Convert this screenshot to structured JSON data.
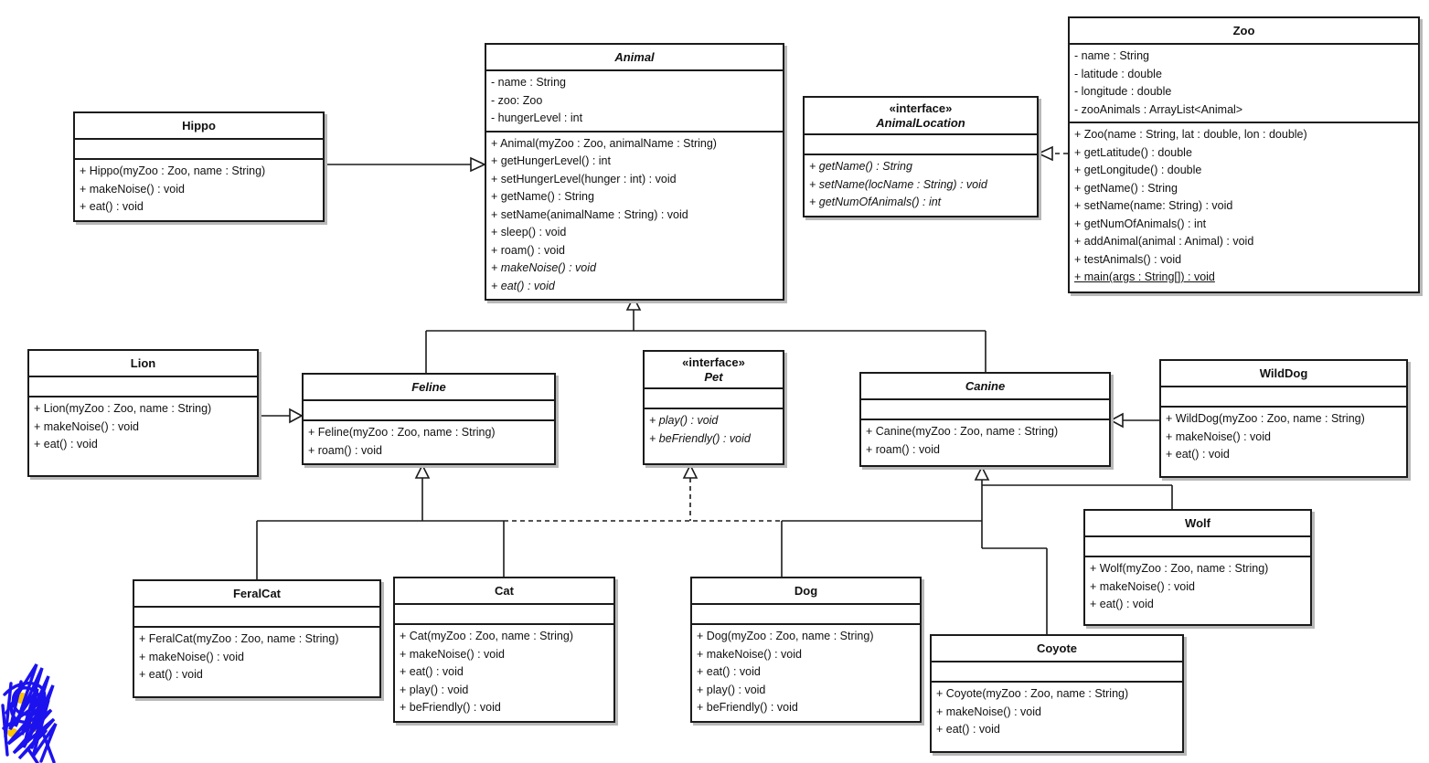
{
  "colors": {
    "background": "#ffffff",
    "box_bg": "#ffffff",
    "line": "#1b1b1b",
    "shadow": "#b8b8b8",
    "scribble_blue": "#1c12ee",
    "scribble_yellow": "#ffc400"
  },
  "classes": {
    "animal": {
      "name": "Animal",
      "attributes": [
        {
          "t": "- name : String",
          "s": "n"
        },
        {
          "t": "- zoo: Zoo",
          "s": "n"
        },
        {
          "t": "- hungerLevel : int",
          "s": "n"
        }
      ],
      "methods": [
        {
          "t": "+ Animal(myZoo : Zoo, animalName : String)",
          "s": "n"
        },
        {
          "t": "+ getHungerLevel() : int",
          "s": "n"
        },
        {
          "t": "+ setHungerLevel(hunger : int) : void",
          "s": "n"
        },
        {
          "t": "+ getName() : String",
          "s": "n"
        },
        {
          "t": "+ setName(animalName : String) : void",
          "s": "n"
        },
        {
          "t": "+ sleep() : void",
          "s": "n"
        },
        {
          "t": "+ roam() : void",
          "s": "n"
        },
        {
          "t": "+ makeNoise() : void",
          "s": "i"
        },
        {
          "t": "+ eat() : void",
          "s": "i"
        }
      ]
    },
    "zoo": {
      "name": "Zoo",
      "attributes": [
        {
          "t": "- name : String",
          "s": "n"
        },
        {
          "t": "- latitude : double",
          "s": "n"
        },
        {
          "t": "- longitude : double",
          "s": "n"
        },
        {
          "t": "- zooAnimals : ArrayList<Animal>",
          "s": "n"
        }
      ],
      "methods": [
        {
          "t": "+ Zoo(name : String, lat : double, lon : double)",
          "s": "n"
        },
        {
          "t": "+ getLatitude() : double",
          "s": "n"
        },
        {
          "t": "+ getLongitude() : double",
          "s": "n"
        },
        {
          "t": "+ getName() : String",
          "s": "n"
        },
        {
          "t": "+ setName(name: String) : void",
          "s": "n"
        },
        {
          "t": "+ getNumOfAnimals() : int",
          "s": "n"
        },
        {
          "t": "+ addAnimal(animal : Animal) : void",
          "s": "n"
        },
        {
          "t": "+ testAnimals() : void",
          "s": "n"
        },
        {
          "t": "+ main(args : String[]) : void",
          "s": "u"
        }
      ]
    },
    "animalLocation": {
      "stereotype": "«interface»",
      "name": "AnimalLocation",
      "attributes": [],
      "methods": [
        {
          "t": "+ getName() : String",
          "s": "i"
        },
        {
          "t": "+ setName(locName : String) : void",
          "s": "i"
        },
        {
          "t": "+ getNumOfAnimals() : int",
          "s": "i"
        }
      ]
    },
    "hippo": {
      "name": "Hippo",
      "attributes": [],
      "methods": [
        {
          "t": "+ Hippo(myZoo : Zoo, name : String)",
          "s": "n"
        },
        {
          "t": "+ makeNoise() : void",
          "s": "n"
        },
        {
          "t": "+ eat() : void",
          "s": "n"
        }
      ]
    },
    "lion": {
      "name": "Lion",
      "attributes": [],
      "methods": [
        {
          "t": "+ Lion(myZoo : Zoo, name : String)",
          "s": "n"
        },
        {
          "t": "+ makeNoise() : void",
          "s": "n"
        },
        {
          "t": "+ eat() : void",
          "s": "n"
        }
      ]
    },
    "feline": {
      "name": "Feline",
      "attributes": [],
      "methods": [
        {
          "t": "+ Feline(myZoo : Zoo, name : String)",
          "s": "n"
        },
        {
          "t": "+ roam() : void",
          "s": "n"
        }
      ]
    },
    "pet": {
      "stereotype": "«interface»",
      "name": "Pet",
      "attributes": [],
      "methods": [
        {
          "t": "+ play() : void",
          "s": "i"
        },
        {
          "t": "+ beFriendly() : void",
          "s": "i"
        }
      ]
    },
    "canine": {
      "name": "Canine",
      "attributes": [],
      "methods": [
        {
          "t": "+ Canine(myZoo : Zoo, name : String)",
          "s": "n"
        },
        {
          "t": "+ roam() : void",
          "s": "n"
        }
      ]
    },
    "wildDog": {
      "name": "WildDog",
      "attributes": [],
      "methods": [
        {
          "t": "+ WildDog(myZoo : Zoo, name : String)",
          "s": "n"
        },
        {
          "t": "+ makeNoise() : void",
          "s": "n"
        },
        {
          "t": "+ eat() : void",
          "s": "n"
        }
      ]
    },
    "feralCat": {
      "name": "FeralCat",
      "attributes": [],
      "methods": [
        {
          "t": "+ FeralCat(myZoo : Zoo, name : String)",
          "s": "n"
        },
        {
          "t": "+ makeNoise() : void",
          "s": "n"
        },
        {
          "t": "+ eat() : void",
          "s": "n"
        }
      ]
    },
    "cat": {
      "name": "Cat",
      "attributes": [],
      "methods": [
        {
          "t": "+ Cat(myZoo : Zoo, name : String)",
          "s": "n"
        },
        {
          "t": "+ makeNoise() : void",
          "s": "n"
        },
        {
          "t": "+ eat() : void",
          "s": "n"
        },
        {
          "t": "+ play() : void",
          "s": "n"
        },
        {
          "t": "+ beFriendly() : void",
          "s": "n"
        }
      ]
    },
    "dog": {
      "name": "Dog",
      "attributes": [],
      "methods": [
        {
          "t": "+ Dog(myZoo : Zoo, name : String)",
          "s": "n"
        },
        {
          "t": "+ makeNoise() : void",
          "s": "n"
        },
        {
          "t": "+ eat() : void",
          "s": "n"
        },
        {
          "t": "+ play() : void",
          "s": "n"
        },
        {
          "t": "+ beFriendly() : void",
          "s": "n"
        }
      ]
    },
    "wolf": {
      "name": "Wolf",
      "attributes": [],
      "methods": [
        {
          "t": "+ Wolf(myZoo : Zoo, name : String)",
          "s": "n"
        },
        {
          "t": "+ makeNoise() : void",
          "s": "n"
        },
        {
          "t": "+ eat() : void",
          "s": "n"
        }
      ]
    },
    "coyote": {
      "name": "Coyote",
      "attributes": [],
      "methods": [
        {
          "t": "+ Coyote(myZoo : Zoo, name : String)",
          "s": "n"
        },
        {
          "t": "+ makeNoise() : void",
          "s": "n"
        },
        {
          "t": "+ eat() : void",
          "s": "n"
        }
      ]
    }
  },
  "relationships": [
    {
      "from": "Hippo",
      "to": "Animal",
      "type": "generalization"
    },
    {
      "from": "Feline",
      "to": "Animal",
      "type": "generalization"
    },
    {
      "from": "Canine",
      "to": "Animal",
      "type": "generalization"
    },
    {
      "from": "Zoo",
      "to": "AnimalLocation",
      "type": "realization"
    },
    {
      "from": "Lion",
      "to": "Feline",
      "type": "generalization"
    },
    {
      "from": "FeralCat",
      "to": "Feline",
      "type": "generalization"
    },
    {
      "from": "Cat",
      "to": "Feline",
      "type": "generalization"
    },
    {
      "from": "Cat",
      "to": "Pet",
      "type": "realization"
    },
    {
      "from": "Dog",
      "to": "Pet",
      "type": "realization"
    },
    {
      "from": "Dog",
      "to": "Canine",
      "type": "generalization"
    },
    {
      "from": "Wolf",
      "to": "Canine",
      "type": "generalization"
    },
    {
      "from": "Coyote",
      "to": "Canine",
      "type": "generalization"
    },
    {
      "from": "WildDog",
      "to": "Canine",
      "type": "generalization"
    }
  ]
}
